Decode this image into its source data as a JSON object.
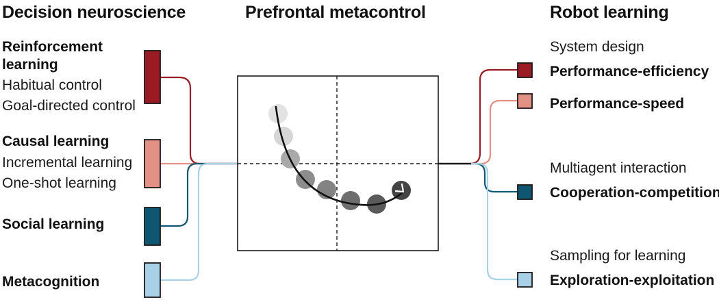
{
  "headings": {
    "left": "Decision neuroscience",
    "center": "Prefrontal metacontrol",
    "right": "Robot learning"
  },
  "left_groups": [
    {
      "title_line1": "Reinforcement",
      "title_line2": "learning",
      "subs": [
        "Habitual control",
        "Goal-directed control"
      ],
      "color": "#9b1b24"
    },
    {
      "title": "Causal learning",
      "subs": [
        "Incremental learning",
        "One-shot learning"
      ],
      "color": "#e39184"
    },
    {
      "title": "Social learning",
      "color": "#0f5672"
    },
    {
      "title": "Metacognition",
      "color": "#a8d0e6"
    }
  ],
  "right_groups": [
    {
      "category": "System design"
    },
    {
      "title": "Performance-efficiency",
      "color": "#9b1b24"
    },
    {
      "title": "Performance-speed",
      "color": "#e39184"
    },
    {
      "category": "Multiagent interaction"
    },
    {
      "title": "Cooperation-competition",
      "color": "#0f5672"
    },
    {
      "category": "Sampling for learning"
    },
    {
      "title": "Exploration-exploitation",
      "color": "#a8d0e6"
    }
  ],
  "trajectory": {
    "dot_colors": [
      "#e2e2e2",
      "#d6d6d6",
      "#a9a9a9",
      "#8d8d8d",
      "#838383",
      "#6e6e6e",
      "#5a5a5a",
      "#444444"
    ],
    "arrow_direction": "right"
  }
}
